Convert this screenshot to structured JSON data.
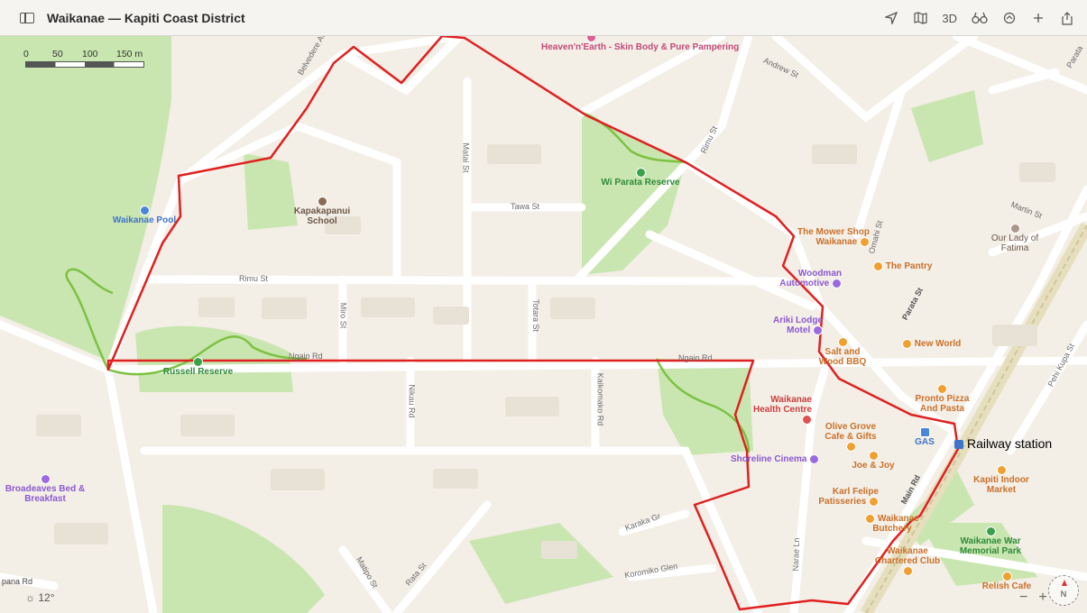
{
  "window": {
    "title": "Waikanae — Kapiti Coast District",
    "toolbar": {
      "three_d": "3D"
    }
  },
  "map": {
    "scale": {
      "labels": [
        "0",
        "50",
        "100",
        "150 m"
      ]
    },
    "streets": [
      "Belvedere Ave",
      "Andrew St",
      "Rimu St",
      "Rimu St",
      "Matai St",
      "Tawa St",
      "Omahi St",
      "Ngaio Rd",
      "Ngaio Rd",
      "Miro St",
      "Totara St",
      "Nikau Rd",
      "Kaikomako Rd",
      "Karaka Gr",
      "Koromiko Glen",
      "Matipo St",
      "Rata St",
      "Narae Ln",
      "Parata St",
      "Main Rd",
      "Martin St",
      "Pehi Kupa St",
      "Parata",
      "pana Rd"
    ],
    "pois": [
      {
        "name": "Heaven'n'Earth - Skin Body & Pure Pampering",
        "color": "pink"
      },
      {
        "name": "Wi Parata Reserve",
        "color": "green"
      },
      {
        "name": "Kapakapanui School",
        "color": "brown"
      },
      {
        "name": "Waikanae Pool",
        "color": "blue"
      },
      {
        "name": "The Mower Shop Waikanae",
        "color": "orange"
      },
      {
        "name": "The Pantry",
        "color": "orange"
      },
      {
        "name": "Our Lady of Fatima",
        "color": "brown"
      },
      {
        "name": "Woodman Automotive",
        "color": "purple"
      },
      {
        "name": "Ariki Lodge Motel",
        "color": "purple"
      },
      {
        "name": "New World",
        "color": "orange"
      },
      {
        "name": "Salt and Wood BBQ",
        "color": "orange"
      },
      {
        "name": "Russell Reserve",
        "color": "green"
      },
      {
        "name": "Waikanae Health Centre",
        "color": "red"
      },
      {
        "name": "Pronto Pizza And Pasta",
        "color": "orange"
      },
      {
        "name": "Olive Grove Cafe & Gifts",
        "color": "orange"
      },
      {
        "name": "GAS",
        "color": "blue"
      },
      {
        "name": "Shoreline Cinema",
        "color": "purple"
      },
      {
        "name": "Joe & Joy",
        "color": "orange"
      },
      {
        "name": "Kapiti Indoor Market",
        "color": "orange"
      },
      {
        "name": "Broadeaves Bed & Breakfast",
        "color": "purple"
      },
      {
        "name": "Karl Felipe Patisseries",
        "color": "orange"
      },
      {
        "name": "Waikanae Butchery",
        "color": "orange"
      },
      {
        "name": "Waikanae War Memorial Park",
        "color": "green"
      },
      {
        "name": "Waikanae Chartered Club",
        "color": "orange"
      },
      {
        "name": "Relish Cafe",
        "color": "orange"
      }
    ],
    "annotation": "Railway station",
    "weather": "12°",
    "compass": "N",
    "zoom": {
      "minus": "−",
      "plus": "+"
    },
    "colors": {
      "route": "#e02020",
      "trail": "#7cc242",
      "park": "#c9e6b0",
      "road": "#ffffff",
      "land": "#f3eee6"
    }
  }
}
